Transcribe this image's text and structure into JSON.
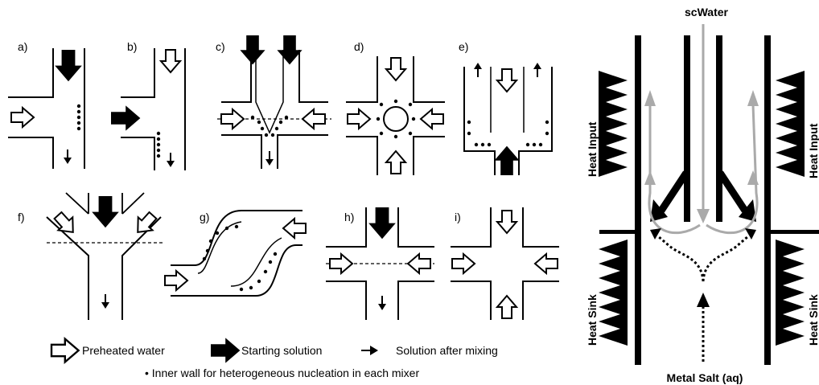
{
  "panels": [
    {
      "id": "a",
      "label": "a)"
    },
    {
      "id": "b",
      "label": "b)"
    },
    {
      "id": "c",
      "label": "c)"
    },
    {
      "id": "d",
      "label": "d)"
    },
    {
      "id": "e",
      "label": "e)"
    },
    {
      "id": "f",
      "label": "f)"
    },
    {
      "id": "g",
      "label": "g)"
    },
    {
      "id": "h",
      "label": "h)"
    },
    {
      "id": "i",
      "label": "i)"
    }
  ],
  "legend": {
    "preheated": "Preheated water",
    "starting": "Starting solution",
    "after": "Solution after mixing",
    "footnote": "• Inner wall for heterogeneous nucleation in each mixer"
  },
  "reactor": {
    "top_label": "scWater",
    "bottom_label": "Metal Salt (aq)",
    "heat_input_left": "Heat Input",
    "heat_input_right": "Heat Input",
    "heat_sink_left": "Heat Sink",
    "heat_sink_right": "Heat Sink"
  }
}
